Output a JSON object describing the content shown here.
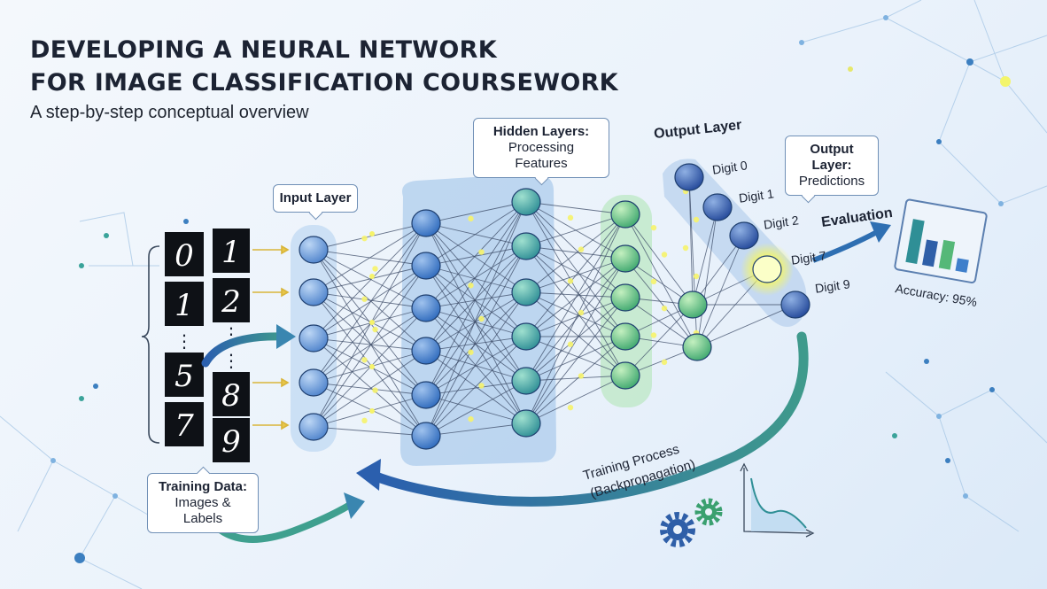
{
  "header": {
    "title_line1": "DEVELOPING A NEURAL NETWORK",
    "title_line2": "FOR IMAGE CLASSIFICATION COURSEWORK",
    "subtitle": "A step-by-step conceptual overview"
  },
  "callouts": {
    "input_layer": "Input Layer",
    "hidden_title": "Hidden Layers:",
    "hidden_sub": "Processing Features",
    "output_title": "Output Layer:",
    "output_sub": "Predictions",
    "training_data_title": "Training Data:",
    "training_data_sub": "Images & Labels"
  },
  "labels": {
    "output_layer": "Output Layer",
    "evaluation": "Evaluation",
    "accuracy": "Accuracy: 95%",
    "training_line1": "Training Process",
    "training_line2": "(Backpropagation)"
  },
  "digits": {
    "left_column": [
      "0",
      "1",
      "5",
      "7"
    ],
    "right_column": [
      "1",
      "2",
      "8",
      "9"
    ],
    "ellipsis": "⋮"
  },
  "outputs": [
    "Digit 0",
    "Digit 1",
    "Digit 2",
    "Digit 7",
    "Digit 9"
  ],
  "network": {
    "layer_sizes": [
      5,
      6,
      6,
      5,
      2,
      5
    ]
  },
  "evaluation_chart": {
    "type": "bar",
    "values": [
      0.85,
      0.5,
      0.55,
      0.25
    ]
  },
  "colors": {
    "input": "#5b8fd6",
    "hidden": "#3f7fcb",
    "teal": "#3aa39a",
    "green": "#55b878",
    "output": "#2f5fa8",
    "highlight": "#f3f56b",
    "arrow": "#2e6fb2"
  }
}
